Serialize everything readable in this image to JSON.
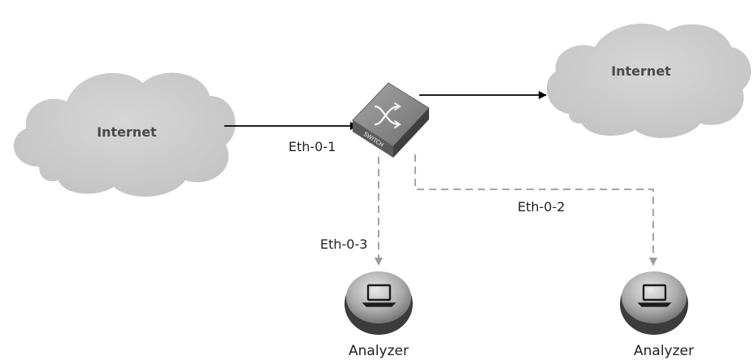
{
  "clouds": [
    {
      "id": "left",
      "label": "Internet"
    },
    {
      "id": "right",
      "label": "Internet"
    }
  ],
  "switch": {
    "label": "SWITCH"
  },
  "ports": {
    "ingress": "Eth-0-1",
    "mirror_right": "Eth-0-2",
    "mirror_down": "Eth-0-3"
  },
  "analyzers": [
    {
      "id": "analyzer-1",
      "label": "Analyzer"
    },
    {
      "id": "analyzer-2",
      "label": "Analyzer"
    }
  ],
  "colors": {
    "cloud": "#c8c8c8",
    "solid_link": "#000000",
    "mirror_link": "#9a9a9a",
    "switch_top": "#8a8a8a",
    "switch_side": "#555555"
  }
}
